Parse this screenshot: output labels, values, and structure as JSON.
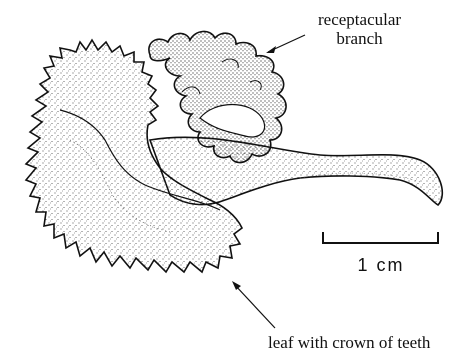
{
  "labels": {
    "receptacular_line1": "receptacular",
    "receptacular_line2": "branch",
    "leaf": "leaf with crown of teeth"
  },
  "scale_bar": {
    "text": "1 cm"
  },
  "colors": {
    "ink": "#111111",
    "background": "#ffffff"
  }
}
